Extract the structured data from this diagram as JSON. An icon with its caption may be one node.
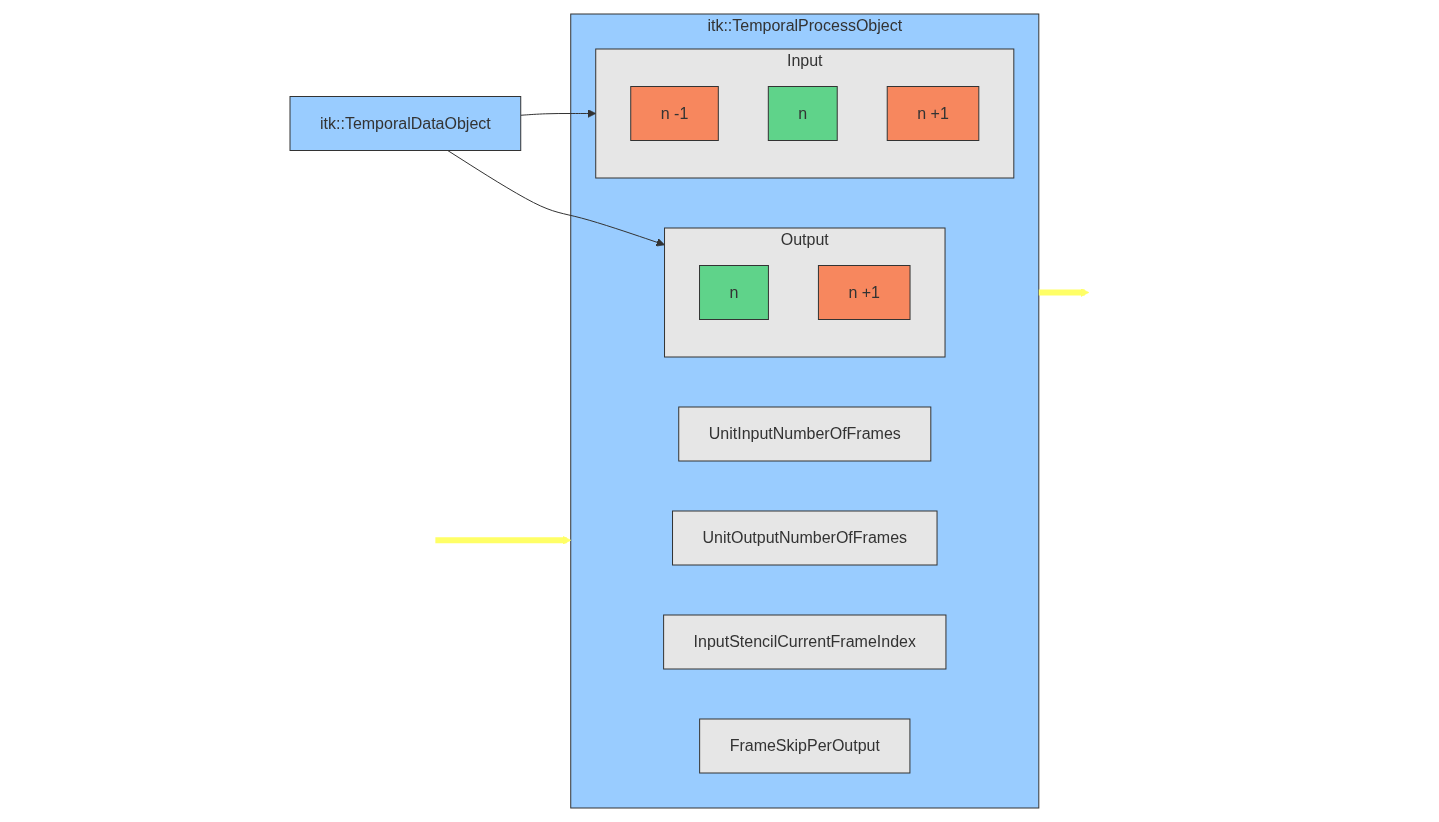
{
  "diagram": {
    "nodes": [
      {
        "text": [
          "itk::TemporalDataObject"
        ]
      },
      {
        "text": [
          "itk::TemporalProcessObject"
        ]
      },
      {
        "text": [
          "Input"
        ],
        "in": 1
      },
      {
        "text": [
          "n -1"
        ],
        "in": 2
      },
      {
        "text": [
          "n"
        ],
        "in": 2
      },
      {
        "text": [
          "n +1"
        ],
        "in": 2
      },
      {
        "text": [
          "Output"
        ],
        "in": 1
      },
      {
        "text": [
          "n"
        ],
        "in": 6
      },
      {
        "text": [
          "n +1"
        ],
        "in": 6
      },
      {
        "text": [
          "UnitInputNumberOfFrames"
        ],
        "in": 1
      },
      {
        "text": [
          "UnitOutputNumberOfFrames"
        ],
        "in": 1
      },
      {
        "text": [
          "InputStencilCurrentFrameIndex"
        ],
        "in": 1
      },
      {
        "text": [
          "FrameSkipPerOutput"
        ],
        "in": 1
      }
    ],
    "edges": [
      {
        "from": 0,
        "to": 2,
        "arrow": "to"
      },
      {
        "from": 0,
        "to": 6,
        "arrow": "to"
      },
      {
        "from": null,
        "to": 1,
        "arrow": "to",
        "style": "thick",
        "color": "#ffff66"
      },
      {
        "from": 1,
        "to": null,
        "arrow": "to",
        "style": "thick",
        "color": "#ffff66"
      }
    ]
  }
}
